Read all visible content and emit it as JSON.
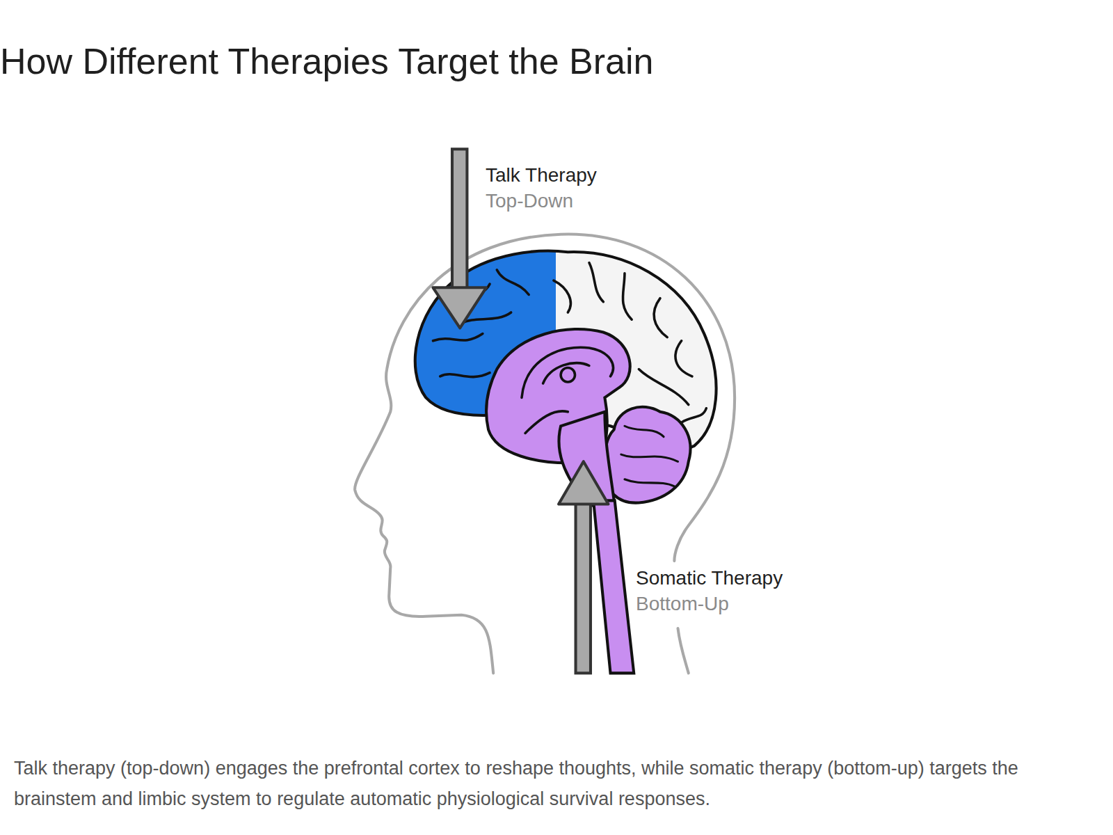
{
  "diagram": {
    "title": "How Different Therapies Target the Brain",
    "caption": "Talk therapy (top-down) engages the prefrontal cortex to reshape thoughts, while somatic therapy (bottom-up) targets the brainstem and limbic system to regulate automatic physiological survival responses.",
    "labels": [
      "Talk Therapy",
      "Top-Down",
      "Somatic Therapy",
      "Bottom-Up"
    ]
  }
}
